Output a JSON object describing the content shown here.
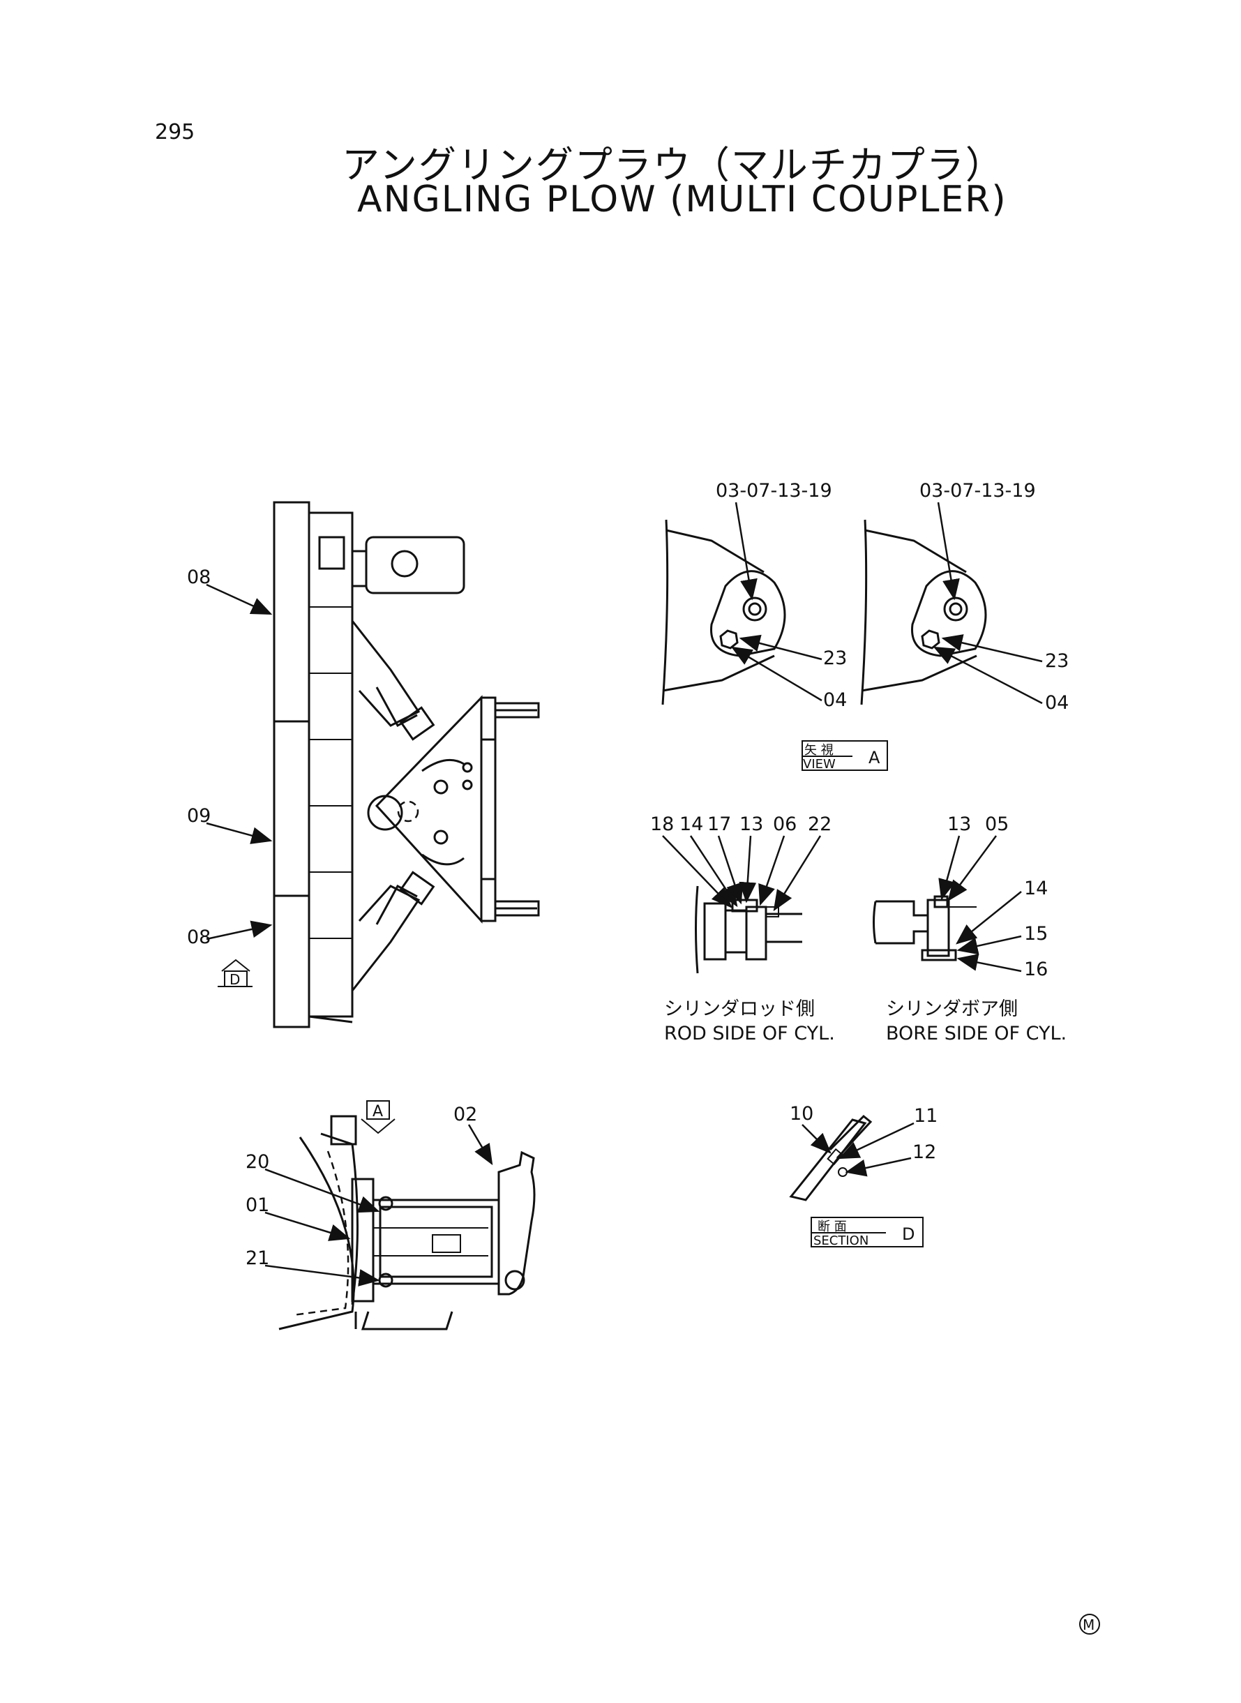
{
  "header": {
    "page_number": "295",
    "title_jp": "アングリングプラウ（マルチカプラ）",
    "title_en": "ANGLING PLOW (MULTI COUPLER)"
  },
  "main_view": {
    "labels": {
      "top": "08",
      "middle": "09",
      "bottom": "08"
    },
    "section_marker": "D"
  },
  "side_view": {
    "view_marker": "A",
    "labels": {
      "coupler": "02",
      "upper": "20",
      "middle": "01",
      "lower": "21"
    }
  },
  "view_a": {
    "left": {
      "bolt_spec": "03-07-13-19",
      "part_a": "23",
      "part_b": "04"
    },
    "right": {
      "bolt_spec": "03-07-13-19",
      "part_a": "23",
      "part_b": "04"
    },
    "tag": {
      "jp": "矢 視",
      "en": "VIEW",
      "letter": "A"
    }
  },
  "rod_side": {
    "numbers": [
      "18",
      "14",
      "17",
      "13",
      "06",
      "22"
    ],
    "caption_jp": "シリンダロッド側",
    "caption_en": "ROD SIDE OF CYL."
  },
  "bore_side": {
    "top_numbers": [
      "13",
      "05"
    ],
    "side_numbers": [
      "14",
      "15",
      "16"
    ],
    "caption_jp": "シリンダボア側",
    "caption_en": "BORE SIDE OF CYL."
  },
  "section_d": {
    "numbers": {
      "a": "10",
      "b": "11",
      "c": "12"
    },
    "tag": {
      "jp": "断 面",
      "en": "SECTION",
      "letter": "D"
    }
  },
  "footer": {
    "mark": "M"
  }
}
